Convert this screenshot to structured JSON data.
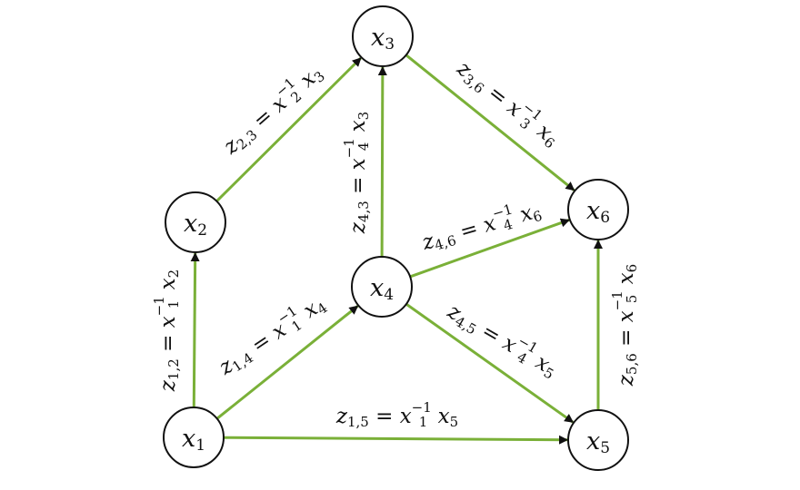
{
  "colors": {
    "edge": "#7ab038",
    "arrowhead": "#111111",
    "node_stroke": "#111111",
    "node_fill": "#ffffff",
    "text": "#111111"
  },
  "nodes": [
    {
      "id": "x1",
      "var": "x",
      "sub": "1"
    },
    {
      "id": "x2",
      "var": "x",
      "sub": "2"
    },
    {
      "id": "x3",
      "var": "x",
      "sub": "3"
    },
    {
      "id": "x4",
      "var": "x",
      "sub": "4"
    },
    {
      "id": "x5",
      "var": "x",
      "sub": "5"
    },
    {
      "id": "x6",
      "var": "x",
      "sub": "6"
    }
  ],
  "edges": [
    {
      "from": "x1",
      "to": "x2",
      "lhs_sub": "1,2",
      "src_sub": "1",
      "dst_sub": "2",
      "inv_sup": "−1"
    },
    {
      "from": "x2",
      "to": "x3",
      "lhs_sub": "2,3",
      "src_sub": "2",
      "dst_sub": "3",
      "inv_sup": "−1"
    },
    {
      "from": "x4",
      "to": "x3",
      "lhs_sub": "4,3",
      "src_sub": "4",
      "dst_sub": "3",
      "inv_sup": "−1"
    },
    {
      "from": "x3",
      "to": "x6",
      "lhs_sub": "3,6",
      "src_sub": "3",
      "dst_sub": "6",
      "inv_sup": "−1"
    },
    {
      "from": "x4",
      "to": "x6",
      "lhs_sub": "4,6",
      "src_sub": "4",
      "dst_sub": "6",
      "inv_sup": "−1"
    },
    {
      "from": "x1",
      "to": "x4",
      "lhs_sub": "1,4",
      "src_sub": "1",
      "dst_sub": "4",
      "inv_sup": "−1"
    },
    {
      "from": "x4",
      "to": "x5",
      "lhs_sub": "4,5",
      "src_sub": "4",
      "dst_sub": "5",
      "inv_sup": "−1"
    },
    {
      "from": "x1",
      "to": "x5",
      "lhs_sub": "1,5",
      "src_sub": "1",
      "dst_sub": "5",
      "inv_sup": "−1"
    },
    {
      "from": "x5",
      "to": "x6",
      "lhs_sub": "5,6",
      "src_sub": "5",
      "dst_sub": "6",
      "inv_sup": "−1"
    }
  ],
  "symbols": {
    "z": "z",
    "x": "x",
    "eq": "="
  }
}
